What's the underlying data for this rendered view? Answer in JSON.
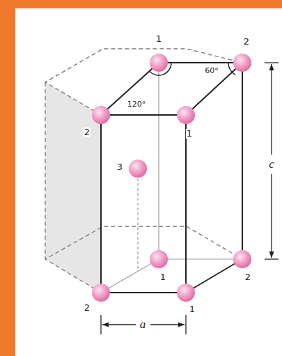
{
  "diagram": {
    "labels": [
      "1",
      "2",
      "60°",
      "120°",
      "2",
      "1",
      "3",
      "c",
      "1",
      "2",
      "2",
      "1",
      "a"
    ]
  }
}
